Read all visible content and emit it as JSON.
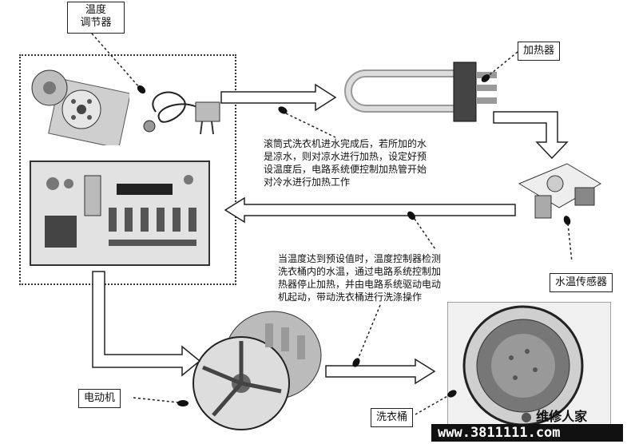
{
  "labels": {
    "thermostat": [
      "温度",
      "调节器"
    ],
    "heater": "加热器",
    "water_temp_sensor": "水温传感器",
    "motor": "电动机",
    "drum": "洗衣桶"
  },
  "descriptions": {
    "heating": [
      "滚筒式洗衣机进水完成后，若所加的水",
      "是凉水，则对凉水进行加热，设定好预",
      "设温度后，电路系统便控制加热管开始",
      "对冷水进行加热工作"
    ],
    "washing": [
      "当温度达到预设值时，温度控制器检测",
      "洗衣桶内的水温，通过电路系统控制加",
      "热器停止加热，并由电路系统驱动电动",
      "机起动，带动洗衣桶进行洗涤操作"
    ]
  },
  "watermark": {
    "brand": "维修人家",
    "url": "www.3811111.com"
  }
}
